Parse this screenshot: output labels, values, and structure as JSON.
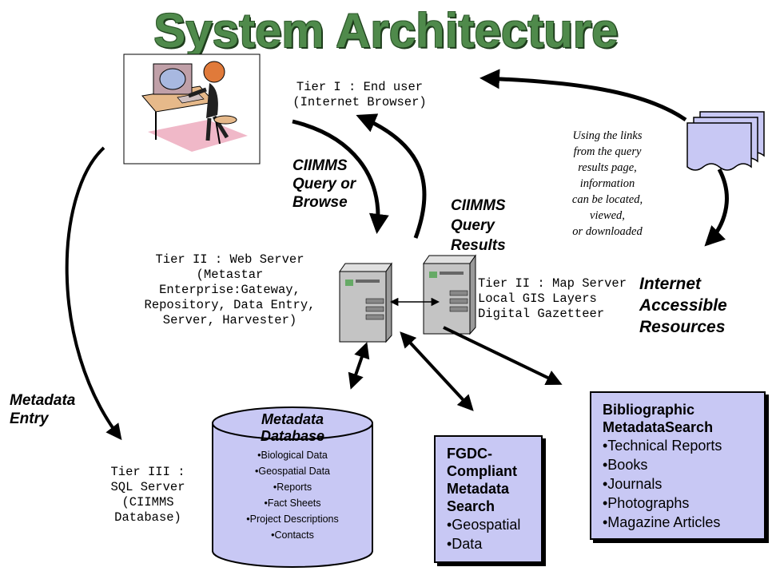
{
  "title": "System Architecture",
  "tier1": {
    "line1": "Tier I : End user",
    "line2": "(Internet Browser)"
  },
  "query_browse": [
    "CIIMMS",
    "Query or",
    "Browse"
  ],
  "query_results": [
    "CIIMMS",
    "Query",
    "Results"
  ],
  "links_note": [
    "Using the links",
    "from the query",
    "results page,",
    "information",
    "can be located,",
    "viewed,",
    "or downloaded"
  ],
  "tier2_web": [
    "Tier II : Web Server",
    "(Metastar",
    "Enterprise:Gateway,",
    "Repository, Data Entry,",
    "Server, Harvester)"
  ],
  "tier2_map": [
    "Tier II : Map Server",
    "Local GIS Layers",
    "Digital Gazetteer"
  ],
  "internet": [
    "Internet",
    "Accessible",
    "Resources"
  ],
  "metadata_entry": [
    "Metadata",
    "Entry"
  ],
  "tier3": [
    "Tier III :",
    "SQL Server",
    "(CIIMMS",
    "Database)"
  ],
  "database": {
    "title": [
      "Metadata",
      "Database"
    ],
    "items": [
      "•Biological Data",
      "•Geospatial  Data",
      "•Reports",
      "•Fact Sheets",
      "•Project Descriptions",
      "•Contacts"
    ]
  },
  "fgdc": {
    "title": [
      "FGDC-",
      "Compliant",
      "Metadata",
      "Search"
    ],
    "items": [
      "•Geospatial",
      "•Data"
    ]
  },
  "biblio": {
    "title": [
      "Bibliographic",
      "MetadataSearch"
    ],
    "items": [
      "•Technical Reports",
      "•Books",
      "•Journals",
      "•Photographs",
      "•Magazine Articles"
    ]
  },
  "colors": {
    "title_green": "#4f8a4b",
    "box_fill": "#c8c8f4",
    "arrow": "#000000"
  },
  "icons": [
    "computer-user-clipart",
    "server-icon",
    "documents-stack-icon",
    "database-cylinder"
  ]
}
